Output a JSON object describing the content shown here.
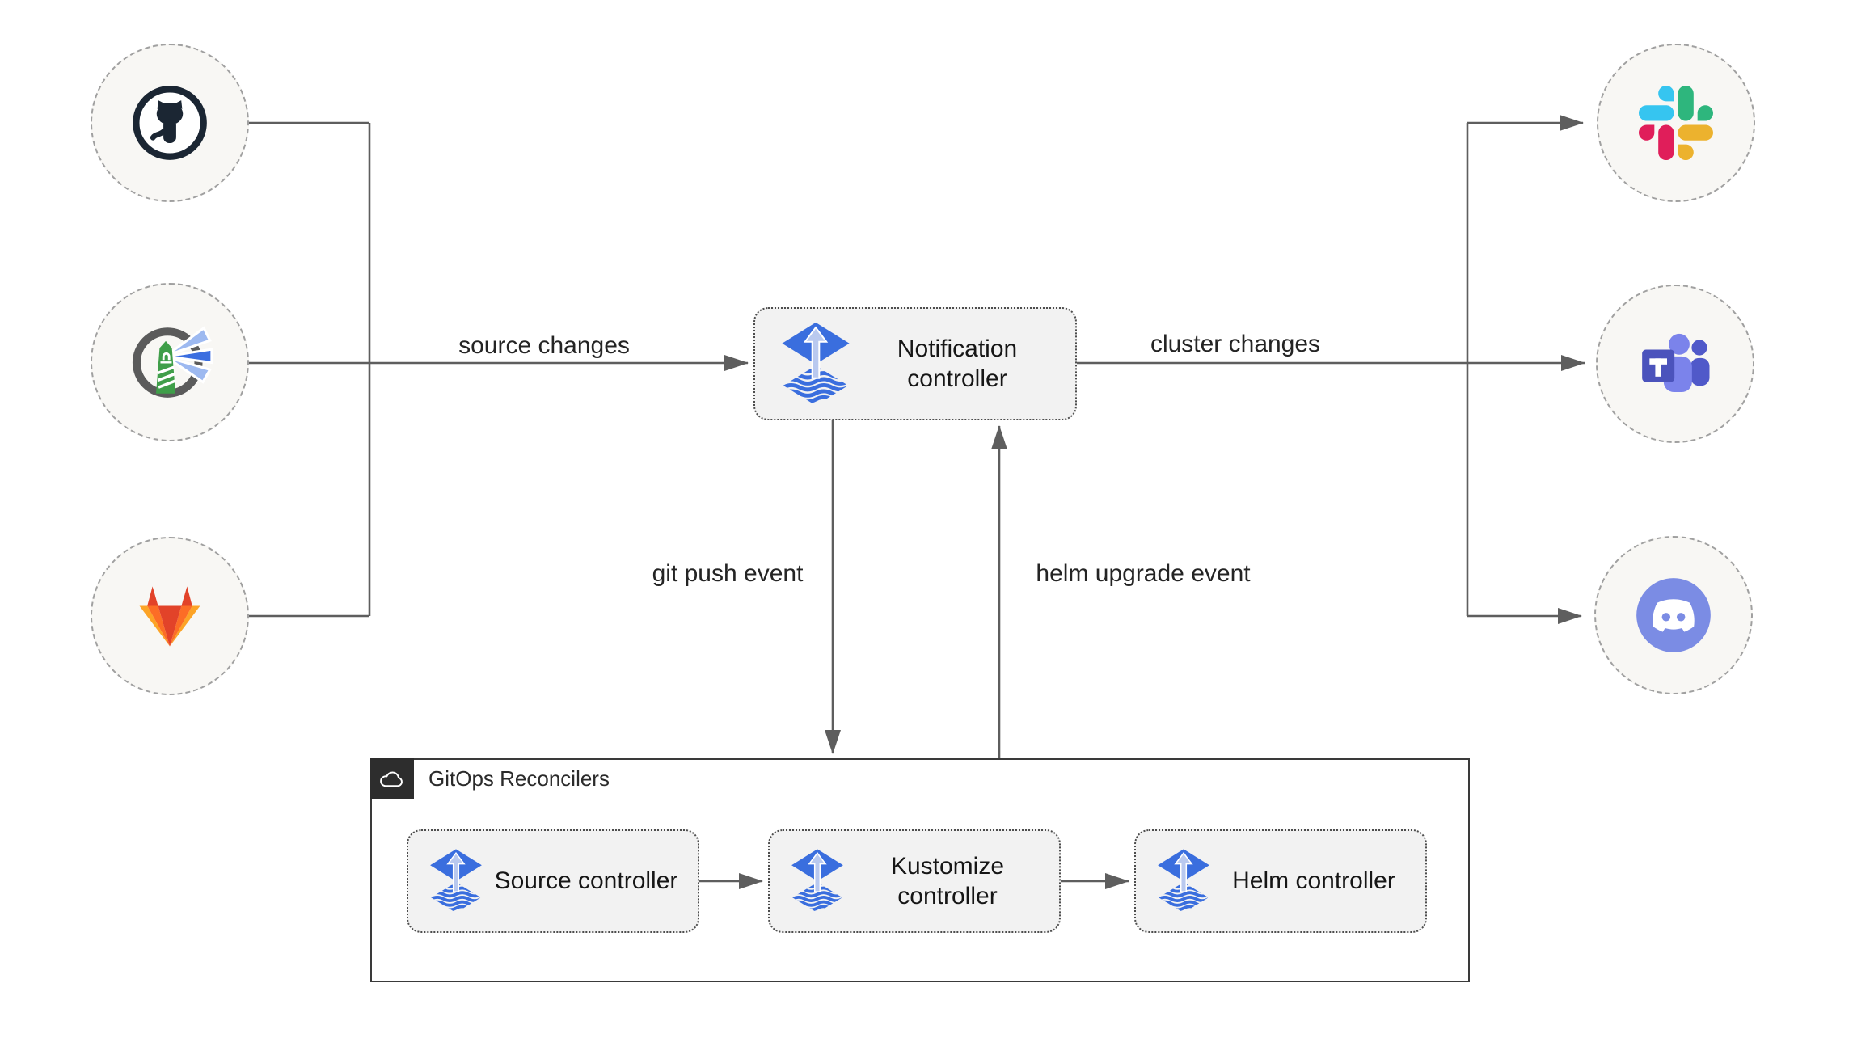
{
  "nodes": {
    "notification_controller": {
      "label": "Notification controller"
    },
    "source_controller": {
      "label": "Source controller"
    },
    "kustomize_controller": {
      "label": "Kustomize controller"
    },
    "helm_controller": {
      "label": "Helm controller"
    }
  },
  "edges": {
    "source_changes": {
      "label": "source changes"
    },
    "cluster_changes": {
      "label": "cluster changes"
    },
    "git_push_event": {
      "label": "git push event"
    },
    "helm_upgrade_event": {
      "label": "helm upgrade event"
    }
  },
  "group": {
    "label": "GitOps Reconcilers",
    "badge_icon": "cloud"
  },
  "source_icons": [
    {
      "name": "github"
    },
    {
      "name": "harbor"
    },
    {
      "name": "gitlab"
    }
  ],
  "notifier_icons": [
    {
      "name": "slack"
    },
    {
      "name": "microsoft-teams"
    },
    {
      "name": "discord"
    }
  ],
  "colors": {
    "background": "#ffffff",
    "connector": "#5e5e5e",
    "label_text": "#242424",
    "node_fill": "#f8f7f4",
    "node_border": "#a0a0a0",
    "box_fill": "#f2f2f2",
    "box_border": "#4d4d4d",
    "group_border": "#3a3a3a",
    "badge_bg": "#2d2d2d",
    "flux_blue": "#3a6ede",
    "flux_arrow": "#b9c9ef",
    "github_dark": "#1b2633",
    "harbor_ring": "#5b5b5b",
    "harbor_green": "#3f9e49",
    "harbor_beam": "#3b6ee0",
    "harbor_beam_light": "#9db9f0",
    "gitlab_red": "#e24329",
    "gitlab_orange": "#fc6d26",
    "gitlab_yellow": "#fca326",
    "slack_blue": "#36c5f0",
    "slack_green": "#2eb67d",
    "slack_pink": "#e01e5a",
    "slack_yellow": "#ecb22e",
    "teams_light": "#7b83eb",
    "teams_dark": "#5059c9",
    "teams_square": "#4b53bc",
    "discord_blurple": "#7b8ce4"
  }
}
